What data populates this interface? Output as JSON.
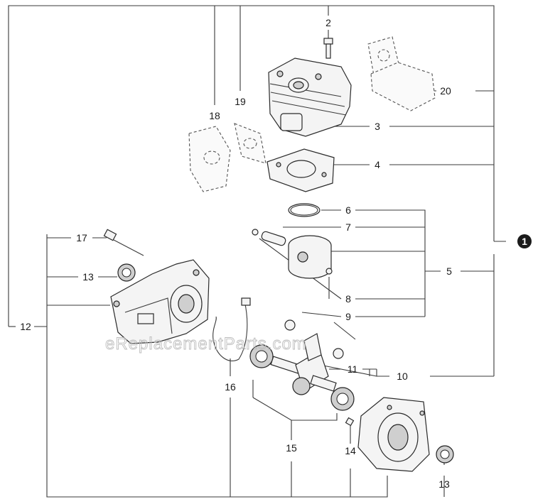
{
  "callouts": {
    "c1": "1",
    "c2": "2",
    "c3": "3",
    "c4": "4",
    "c5": "5",
    "c6": "6",
    "c7": "7",
    "c8": "8",
    "c9": "9",
    "c10": "10",
    "c11": "11",
    "c12": "12",
    "c13a": "13",
    "c13b": "13",
    "c14": "14",
    "c15": "15",
    "c16": "16",
    "c17": "17",
    "c18": "18",
    "c19": "19",
    "c20": "20"
  },
  "watermark": "eReplacementParts.com",
  "colors": {
    "line": "#3a3a3a",
    "assembly_badge": "#1a1a1a"
  }
}
